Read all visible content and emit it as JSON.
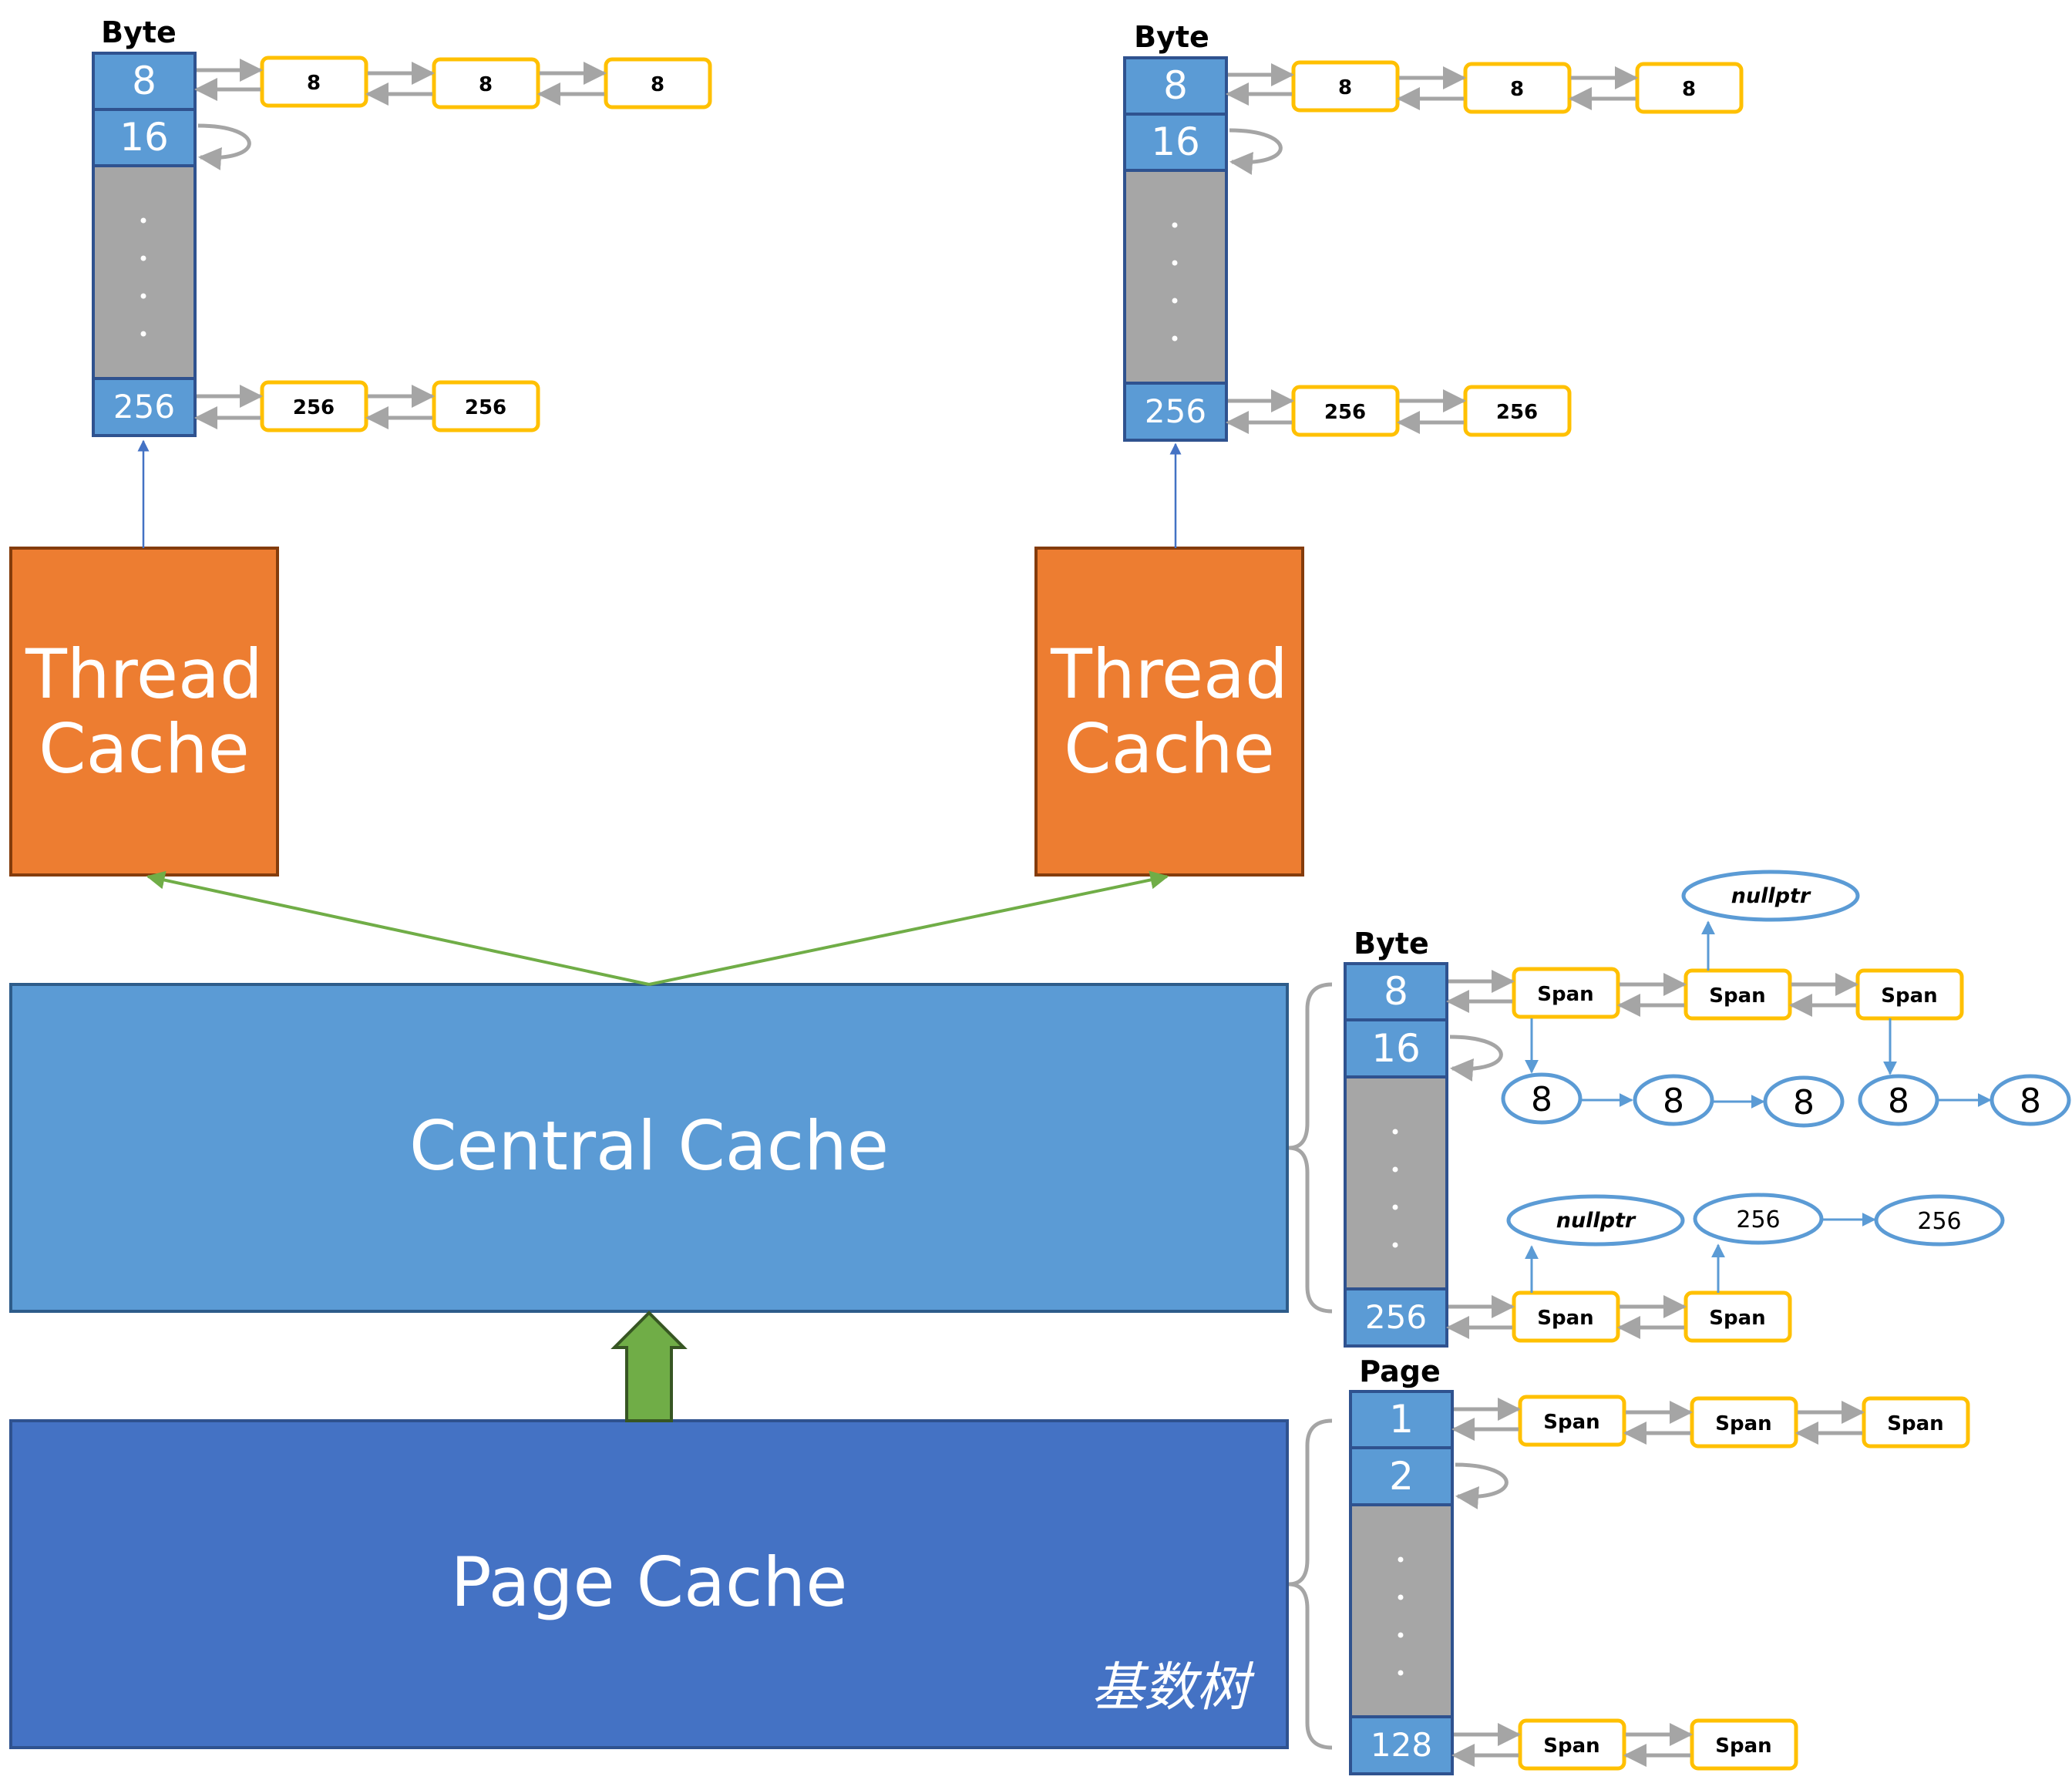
{
  "colors": {
    "thread_fill": "#ED7D31",
    "thread_border": "#843C0C",
    "central_fill": "#5B9BD5",
    "page_fill": "#4472C4",
    "cell_fill": "#5B9BD5",
    "gap_fill": "#A6A6A6",
    "node_border": "#FFC000",
    "ellipse_border": "#5B9BD5",
    "grey_arrow": "#A5A5A5",
    "green": "#70AD47",
    "blue_arrow": "#4472C4"
  },
  "thread_cache_1": {
    "line1": "Thread",
    "line2": "Cache"
  },
  "thread_cache_2": {
    "line1": "Thread",
    "line2": "Cache"
  },
  "central_cache": {
    "label": "Central Cache"
  },
  "page_cache": {
    "label": "Page Cache",
    "note": "基数树"
  },
  "tc1_table": {
    "header": "Byte",
    "top_cells": [
      "8",
      "16"
    ],
    "bottom_cell": "256",
    "row_8_nodes": [
      "8",
      "8",
      "8"
    ],
    "row_256_nodes": [
      "256",
      "256"
    ]
  },
  "tc2_table": {
    "header": "Byte",
    "top_cells": [
      "8",
      "16"
    ],
    "bottom_cell": "256",
    "row_8_nodes": [
      "8",
      "8",
      "8"
    ],
    "row_256_nodes": [
      "256",
      "256"
    ]
  },
  "central_table": {
    "header": "Byte",
    "top_cells": [
      "8",
      "16"
    ],
    "bottom_cell": "256",
    "row_8_spans": [
      "Span",
      "Span",
      "Span"
    ],
    "row_8_null": "nullptr",
    "row_8_objects": [
      "8",
      "8",
      "8",
      "8",
      "8"
    ],
    "row_256_spans": [
      "Span",
      "Span"
    ],
    "row_256_null": "nullptr",
    "row_256_objects": [
      "256",
      "256"
    ]
  },
  "page_table": {
    "header": "Page",
    "top_cells": [
      "1",
      "2"
    ],
    "bottom_cell": "128",
    "row_1_spans": [
      "Span",
      "Span",
      "Span"
    ],
    "row_128_spans": [
      "Span",
      "Span"
    ]
  }
}
